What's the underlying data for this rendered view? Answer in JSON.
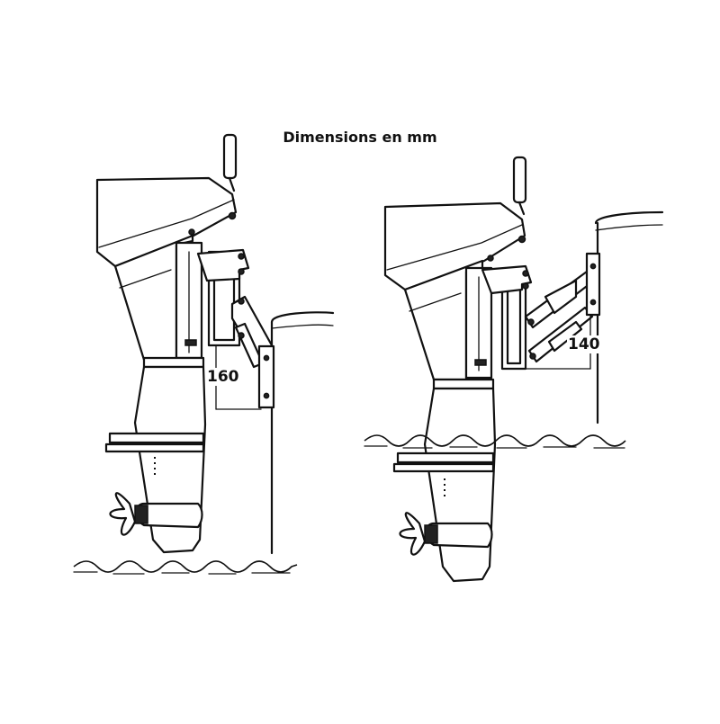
{
  "title": "Dimensions en mm",
  "left_diagram": {
    "dimension_label": "160"
  },
  "right_diagram": {
    "dimension_label": "140"
  }
}
